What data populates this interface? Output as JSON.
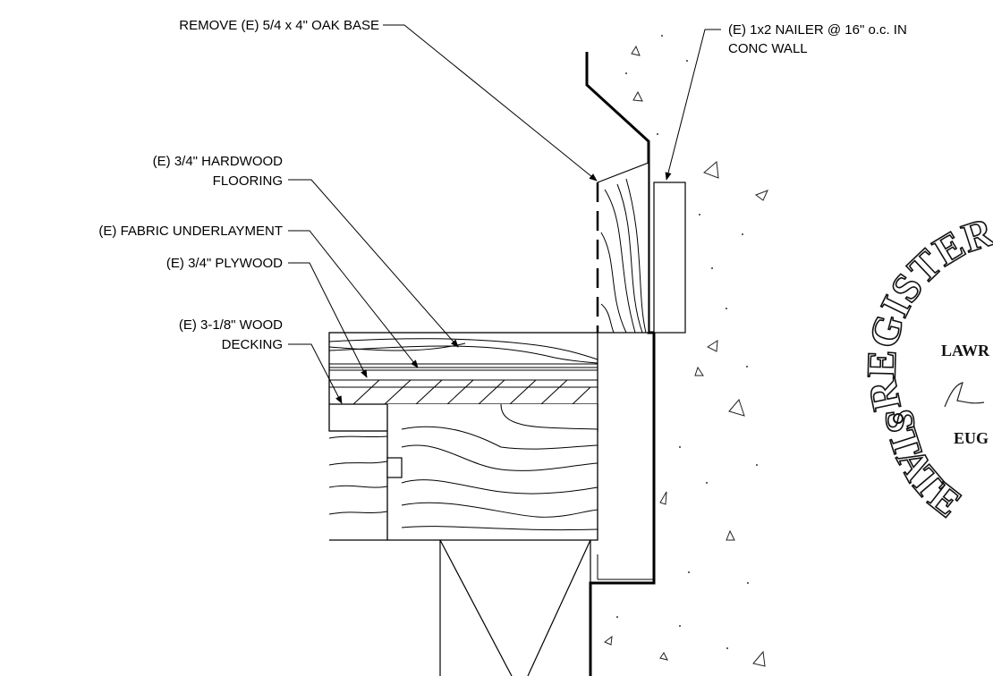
{
  "callouts": {
    "base": "REMOVE (E) 5/4 x 4\" OAK BASE",
    "nailer": [
      "(E) 1x2 NAILER @ 16\" o.c. IN",
      "CONC WALL"
    ],
    "hardwood": [
      "(E) 3/4\" HARDWOOD",
      "FLOORING"
    ],
    "underlayment": "(E) FABRIC UNDERLAYMENT",
    "plywood": "(E) 3/4\" PLYWOOD",
    "decking": [
      "(E) 3-1/8\" WOOD",
      "DECKING"
    ]
  },
  "seal": {
    "arc_text": "REGISTER",
    "bottom_text": "STATE",
    "name_part": "LAWR",
    "city_part": "EUG"
  }
}
